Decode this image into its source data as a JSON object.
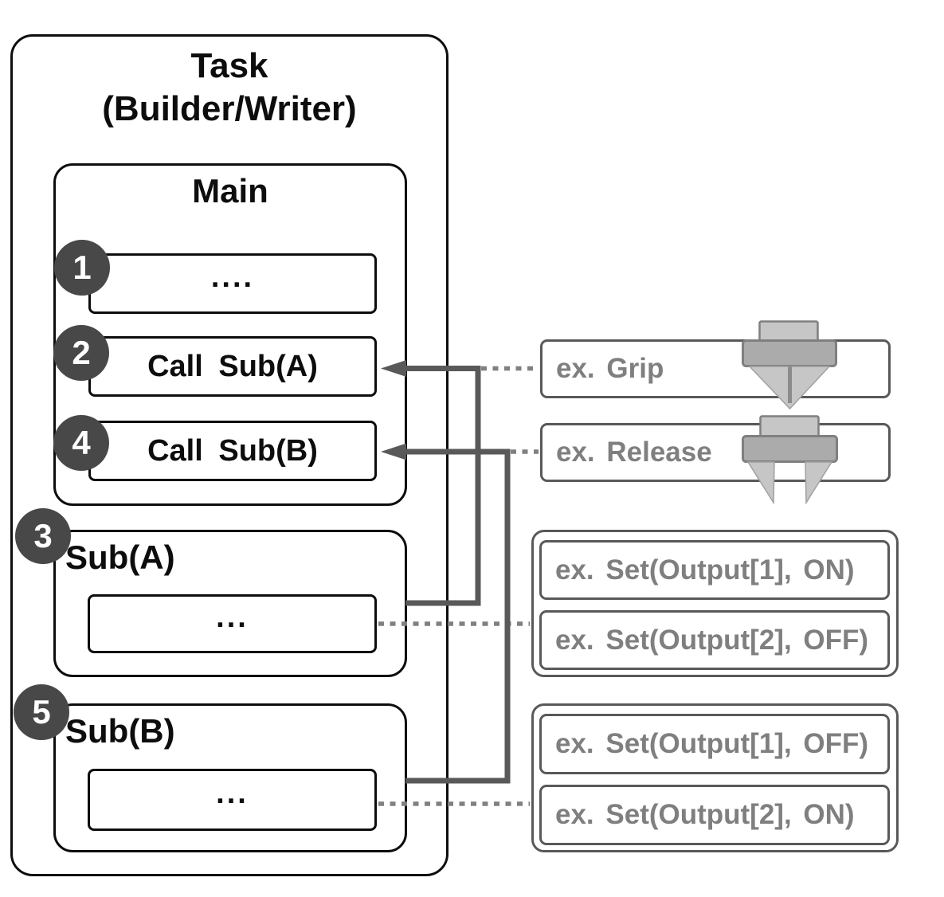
{
  "task": {
    "title_line1": "Task",
    "title_line2": "(Builder/Writer)",
    "main": {
      "title": "Main",
      "steps": [
        {
          "badge": "1",
          "label": "...."
        },
        {
          "badge": "2",
          "label": "Call Sub(A)"
        },
        {
          "badge": "4",
          "label": "Call Sub(B)"
        }
      ]
    },
    "subs": [
      {
        "badge": "3",
        "title": "Sub(A)",
        "body": "..."
      },
      {
        "badge": "5",
        "title": "Sub(B)",
        "body": "..."
      }
    ]
  },
  "examples": {
    "grip": {
      "label": "ex. Grip",
      "icon": "gripper-closed-icon"
    },
    "release": {
      "label": "ex. Release",
      "icon": "gripper-open-icon"
    },
    "sub_a_ops": [
      "ex. Set(Output[1], ON)",
      "ex. Set(Output[2], OFF)"
    ],
    "sub_b_ops": [
      "ex. Set(Output[1], OFF)",
      "ex. Set(Output[2], ON)"
    ]
  },
  "colors": {
    "outline_black": "#0d0d0d",
    "arrow_gray": "#595959",
    "dotted_gray": "#808080",
    "example_text_gray": "#7f7f7f",
    "badge_background": "#484848",
    "icon_light_gray": "#c6c6c6",
    "icon_mid_gray": "#ababab",
    "icon_border_gray": "#7f7f7f"
  }
}
